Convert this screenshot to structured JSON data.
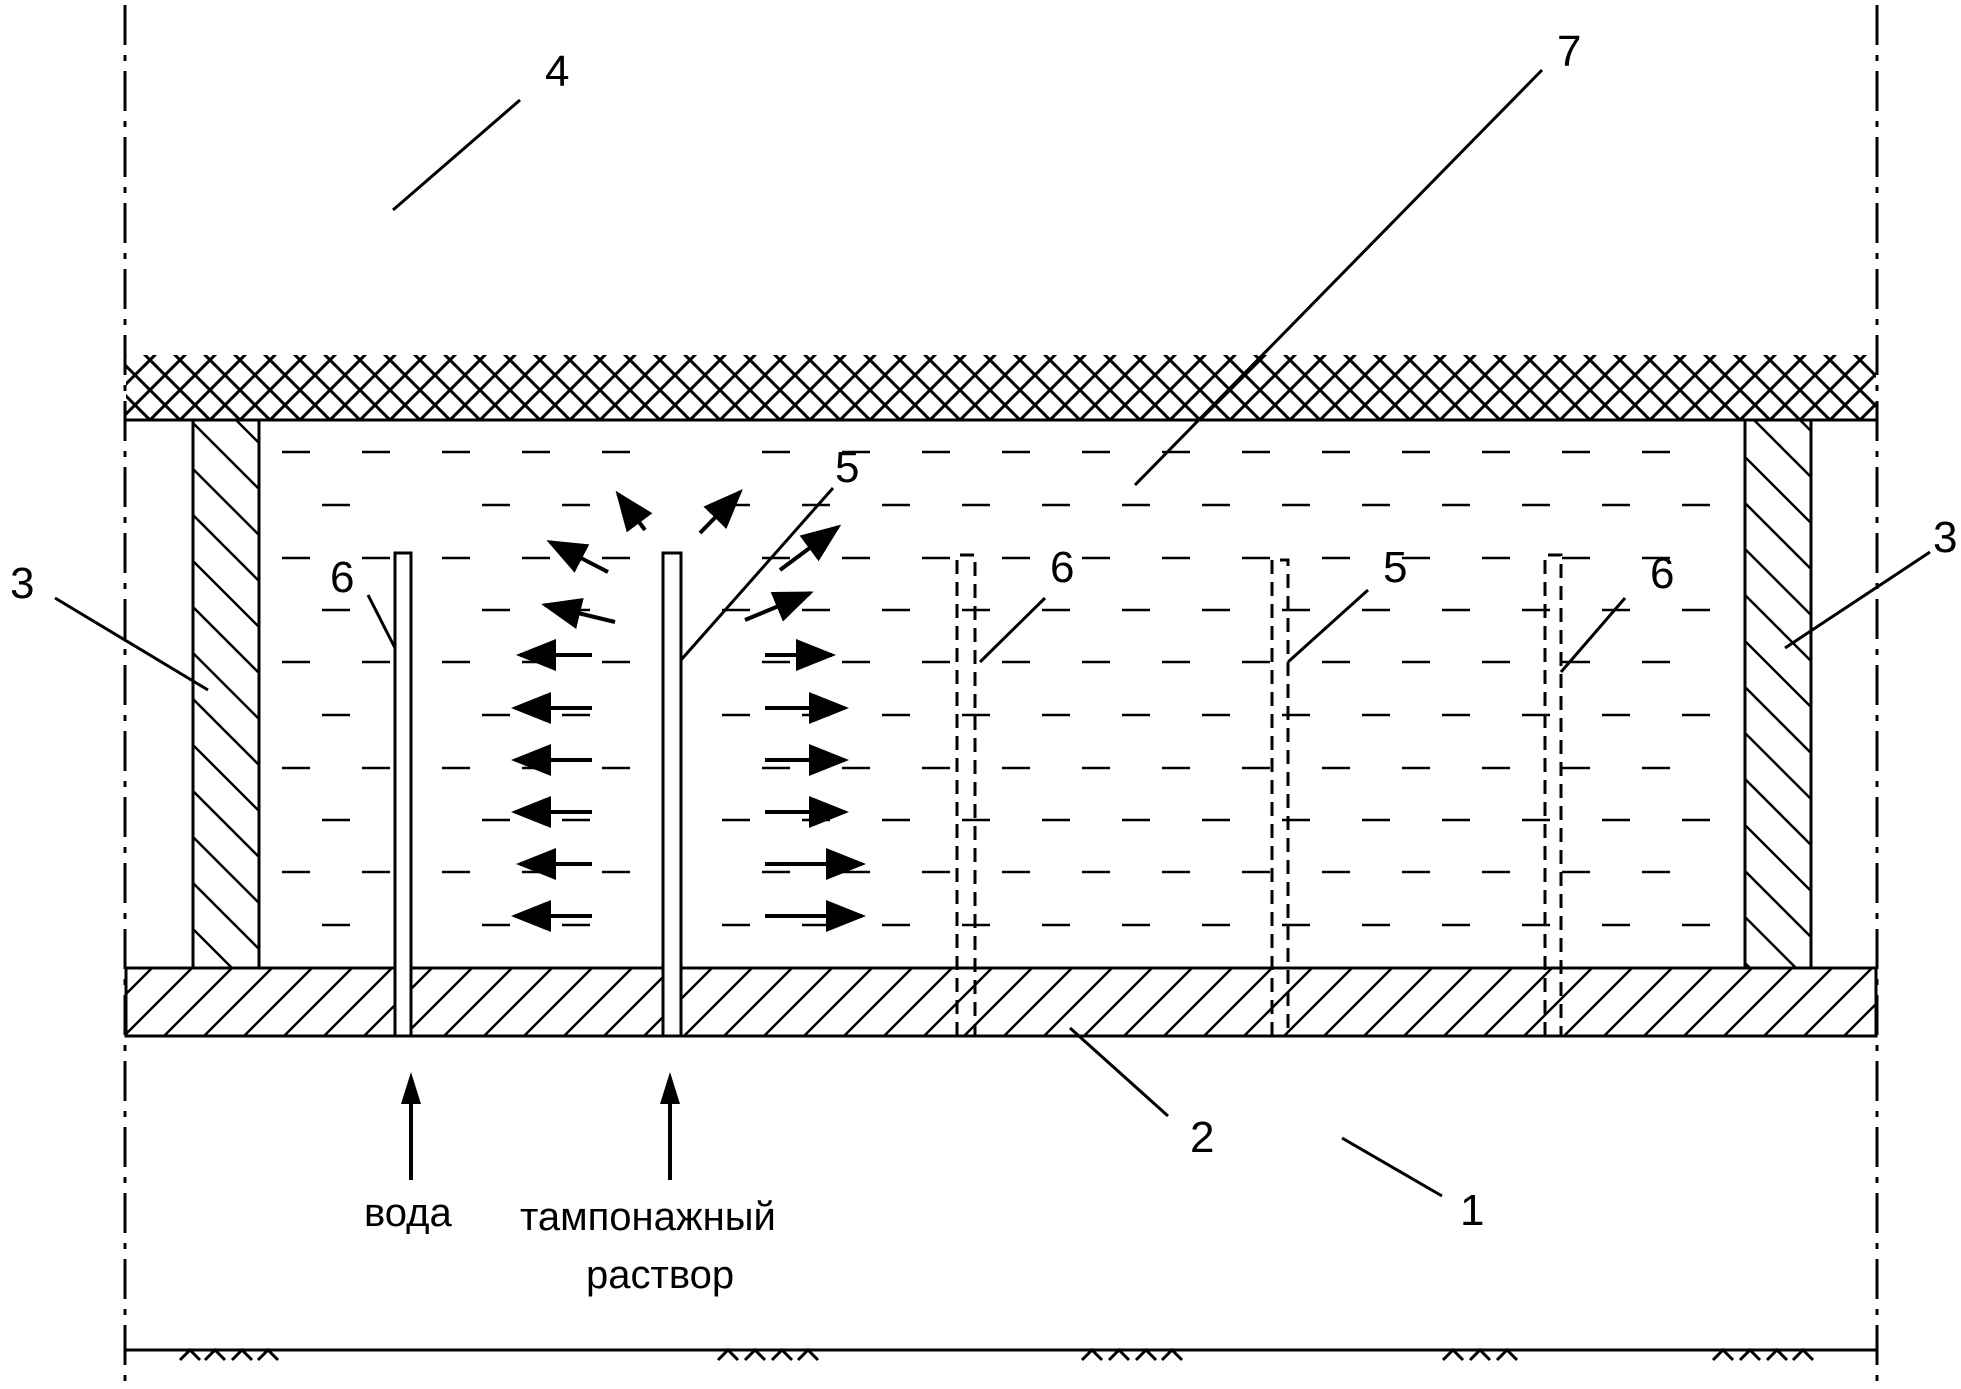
{
  "labels": {
    "one": "1",
    "two": "2",
    "three_left": "3",
    "three_right": "3",
    "four": "4",
    "five_center": "5",
    "five_right": "5",
    "six_left": "6",
    "six_mid": "6",
    "six_right": "6",
    "seven": "7"
  },
  "captions": {
    "water": "вода",
    "grout_line1": "тампонажный",
    "grout_line2": "раствор"
  }
}
